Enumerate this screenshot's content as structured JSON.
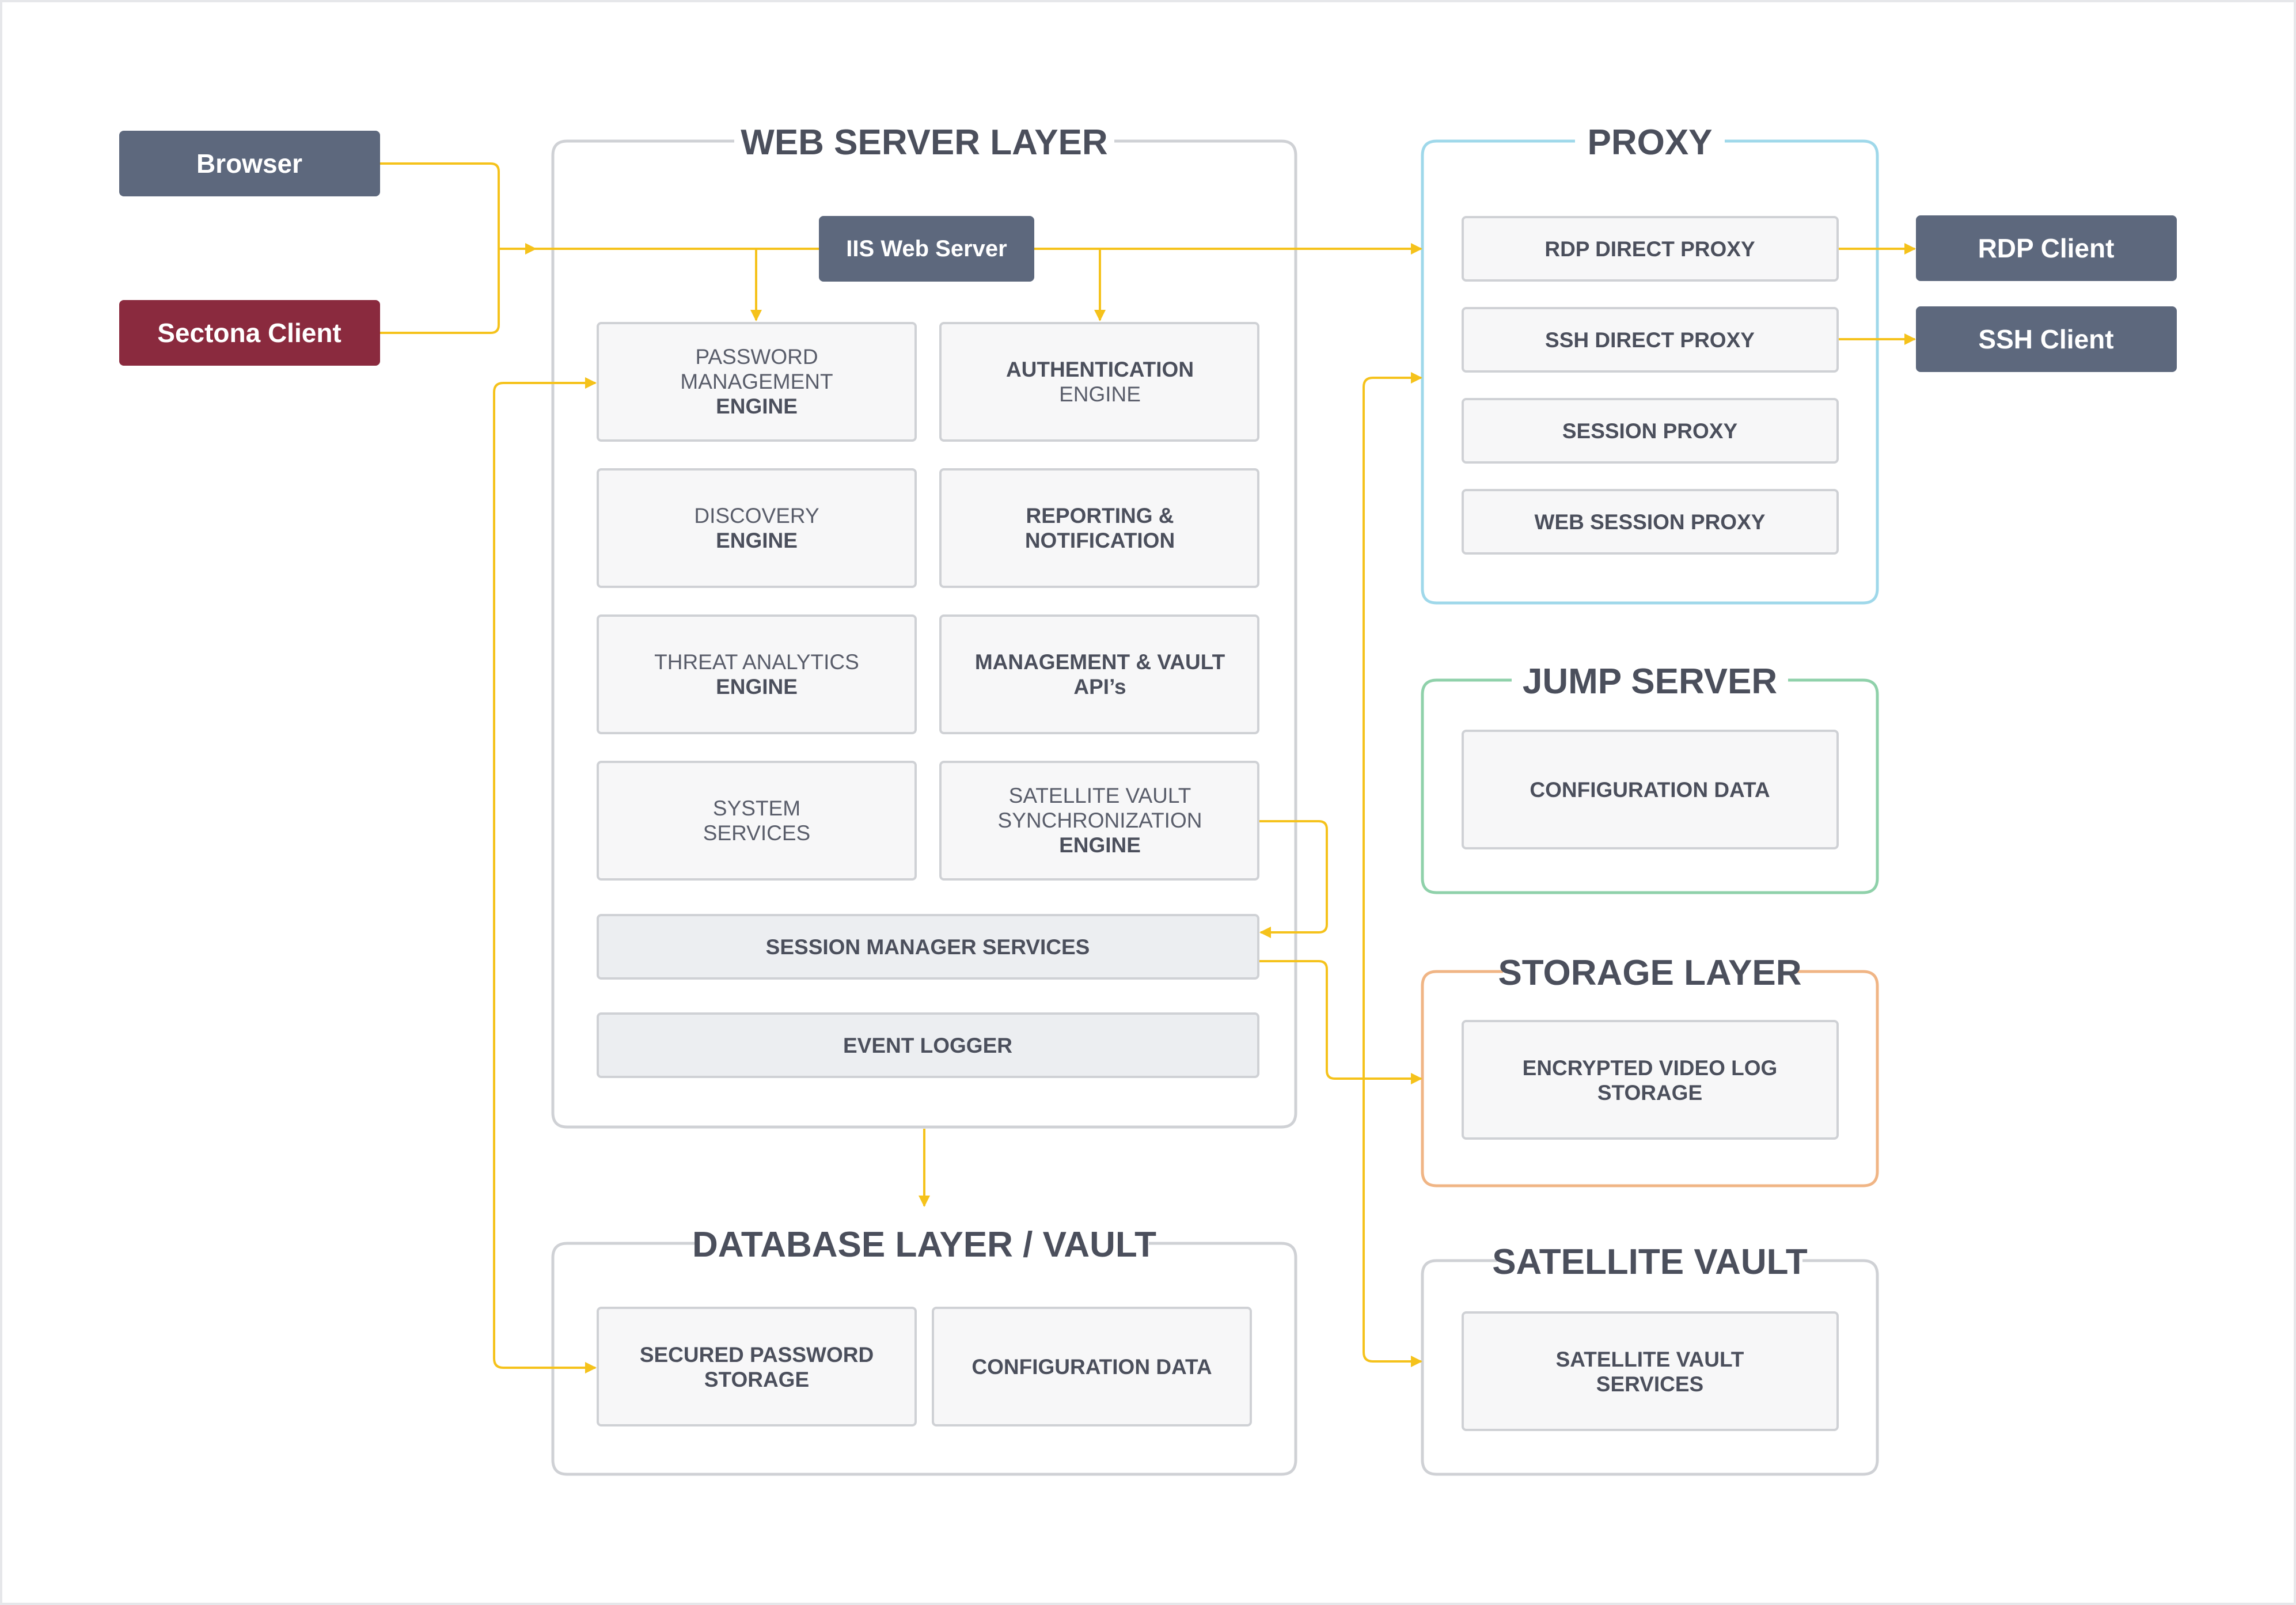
{
  "colors": {
    "background": "#ffffff",
    "text_dark": "#4b4f5c",
    "text_light": "#595d6a",
    "node_dark": "#5d687d",
    "node_red": "#8a2a3e",
    "node_text_light": "#ffffff",
    "card_fill": "#f7f7f8",
    "card_stroke": "#cfd1d5",
    "bar_fill": "#eceef1",
    "group_default": "#cfd1d5",
    "proxy_border": "#9fd8ea",
    "jump_border": "#8fd1aa",
    "storage_border": "#f0b585",
    "arrow": "#f5c21b"
  },
  "clients": {
    "browser": "Browser",
    "sectona_client": "Sectona Client",
    "rdp_client": "RDP Client",
    "ssh_client": "SSH Client"
  },
  "web_server_layer": {
    "title": "WEB SERVER LAYER",
    "iis": "IIS Web Server",
    "password_management_engine": [
      "PASSWORD",
      "MANAGEMENT",
      "ENGINE"
    ],
    "authentication_engine": [
      "AUTHENTICATION",
      "ENGINE"
    ],
    "discovery_engine": [
      "DISCOVERY",
      "ENGINE"
    ],
    "reporting_notification": [
      "REPORTING &",
      "NOTIFICATION"
    ],
    "threat_analytics_engine": [
      "THREAT ANALYTICS",
      "ENGINE"
    ],
    "management_vault_apis": [
      "MANAGEMENT & VAULT",
      "API’s"
    ],
    "system_services": [
      "SYSTEM",
      "SERVICES"
    ],
    "satellite_vault_sync_engine": [
      "SATELLITE VAULT",
      "SYNCHRONIZATION",
      "ENGINE"
    ],
    "session_manager_services": "SESSION MANAGER SERVICES",
    "event_logger": "EVENT LOGGER"
  },
  "database_layer": {
    "title": "DATABASE LAYER / VAULT",
    "secured_password_storage": [
      "SECURED PASSWORD",
      "STORAGE"
    ],
    "configuration_data": "CONFIGURATION DATA"
  },
  "proxy": {
    "title": "PROXY",
    "rdp_direct_proxy": "RDP DIRECT PROXY",
    "ssh_direct_proxy": "SSH DIRECT PROXY",
    "session_proxy": "SESSION PROXY",
    "web_session_proxy": "WEB SESSION PROXY"
  },
  "jump_server": {
    "title": "JUMP SERVER",
    "configuration_data": "CONFIGURATION DATA"
  },
  "storage_layer": {
    "title": "STORAGE LAYER",
    "encrypted_video_log_storage": [
      "ENCRYPTED VIDEO LOG",
      "STORAGE"
    ]
  },
  "satellite_vault": {
    "title": "SATELLITE VAULT",
    "services": [
      "SATELLITE VAULT",
      "SERVICES"
    ]
  }
}
